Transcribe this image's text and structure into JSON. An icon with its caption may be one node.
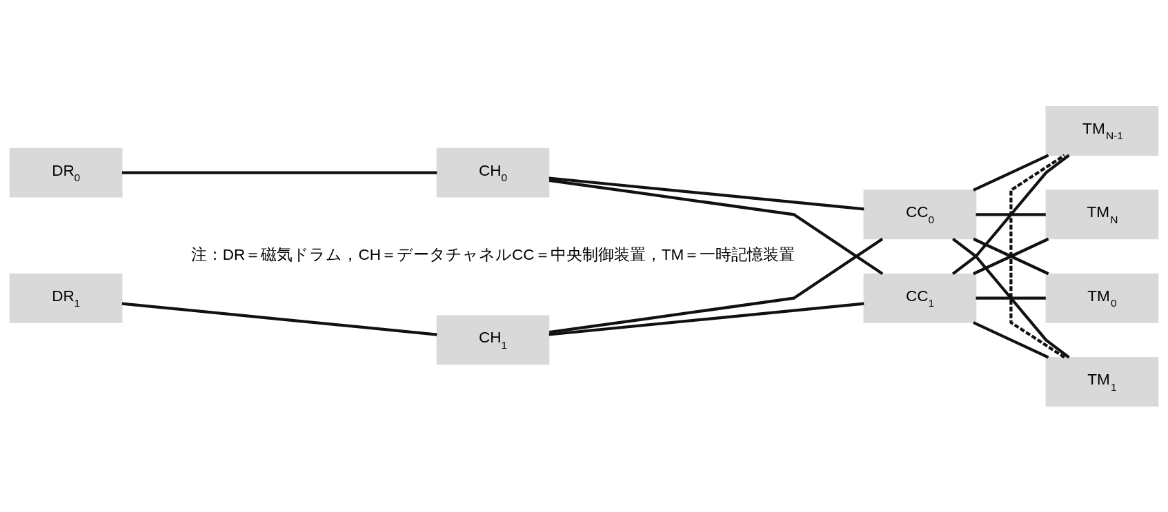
{
  "diagram": {
    "nodes": [
      {
        "text": [
          "DR$_{0}$"
        ]
      },
      {
        "text": [
          "CH$_{0}$"
        ]
      },
      {
        "text": [
          "CC$_{0}$"
        ]
      },
      {
        "text": [
          "DR$_{1}$"
        ]
      },
      {
        "text": [
          "CH$_{1}$"
        ]
      },
      {
        "text": [
          "CC$_{1}$"
        ]
      },
      {
        "text": [
          "TM$_{0}$"
        ]
      },
      {
        "text": [
          "TM$_{1}$"
        ]
      },
      {
        "text": [
          "TM$_{N-1}$"
        ]
      },
      {
        "text": [
          "TM$_{N}$"
        ]
      }
    ],
    "edges": [
      {
        "from": 0,
        "to": 1,
        "arrow": "none"
      },
      {
        "from": 3,
        "to": 4,
        "arrow": "none"
      },
      {
        "from": 1,
        "to": 2,
        "arrow": "none"
      },
      {
        "from": 1,
        "to": 5,
        "arrow": "none"
      },
      {
        "from": 4,
        "to": 2,
        "arrow": "none"
      },
      {
        "from": 4,
        "to": 5,
        "arrow": "none"
      },
      {
        "from": 2,
        "to": 6,
        "arrow": "none"
      },
      {
        "from": 2,
        "to": 7,
        "arrow": "none"
      },
      {
        "from": 2,
        "to": 8,
        "arrow": "none"
      },
      {
        "from": 2,
        "to": 9,
        "arrow": "none"
      },
      {
        "from": 5,
        "to": 6,
        "arrow": "none"
      },
      {
        "from": 5,
        "to": 7,
        "arrow": "none"
      },
      {
        "from": 5,
        "to": 8,
        "arrow": "none"
      },
      {
        "from": 5,
        "to": 9,
        "arrow": "none"
      },
      {
        "from": 7,
        "to": 8,
        "arrow": "none",
        "style": "dashed"
      }
    ],
    "labels": [
      "注：DR＝磁気ドラム，CH＝データチャネルCC＝中央制御装置，TM＝一時記憶装置"
    ]
  }
}
